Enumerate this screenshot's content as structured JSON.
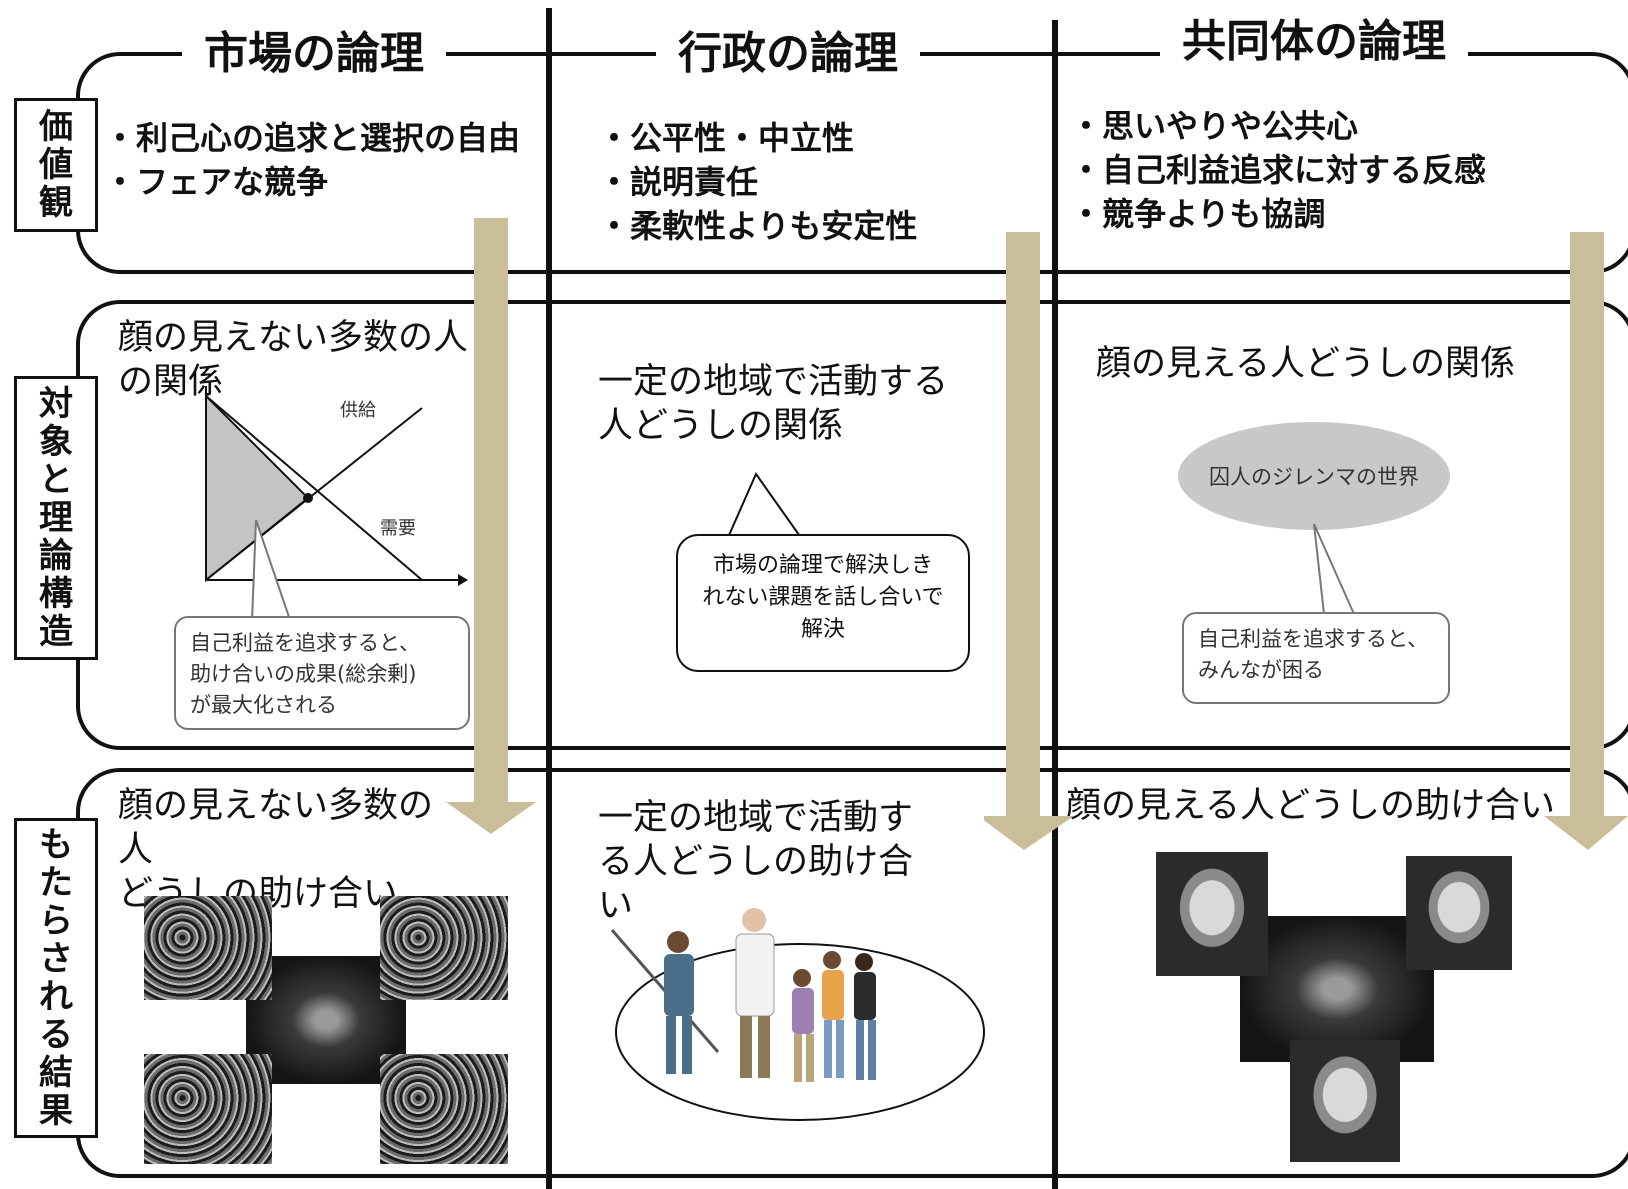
{
  "columns": [
    {
      "title": "市場の論理"
    },
    {
      "title": "行政の論理"
    },
    {
      "title": "共同体の論理"
    }
  ],
  "row_labels": {
    "values": [
      "価",
      "値",
      "観"
    ],
    "structure": [
      "対",
      "象",
      "と",
      "理",
      "論",
      "構",
      "造"
    ],
    "results": [
      "も",
      "た",
      "ら",
      "さ",
      "れ",
      "る",
      "結",
      "果"
    ]
  },
  "values_row": {
    "market": [
      "利己心の追求と選択の自由",
      "フェアな競争"
    ],
    "administration": [
      "公平性・中立性",
      "説明責任",
      "柔軟性よりも安定性"
    ],
    "community": [
      "思いやりや公共心",
      "自己利益追求に対する反感",
      "競争よりも協調"
    ]
  },
  "structure_row": {
    "market": {
      "lines": [
        "顔の見えない多数の人",
        "の関係"
      ],
      "supply_label": "供給",
      "demand_label": "需要",
      "callout": [
        "自己利益を追求すると、",
        "助け合いの成果(総余剰)",
        "が最大化される"
      ]
    },
    "administration": {
      "lines": [
        "一定の地域で活動する",
        "人どうしの関係"
      ],
      "callout": [
        "市場の論理で解決しき",
        "れない課題を話し合いで",
        "解決"
      ]
    },
    "community": {
      "lines": [
        "顔の見える人どうしの関係"
      ],
      "ellipse_label": "囚人のジレンマの世界",
      "callout": [
        "自己利益を追求すると、",
        "みんなが困る"
      ]
    }
  },
  "results_row": {
    "market": [
      "顔の見えない多数の",
      "人",
      "どうしの助け合い"
    ],
    "administration": [
      "一定の地域で活動す",
      "る人どうしの助け合",
      "い"
    ],
    "community": [
      "顔の見える人どうしの助け合い"
    ]
  },
  "colors": {
    "arrow": "#c8bf9a",
    "line": "#111111",
    "chart_fill": "#c4c4c4"
  }
}
